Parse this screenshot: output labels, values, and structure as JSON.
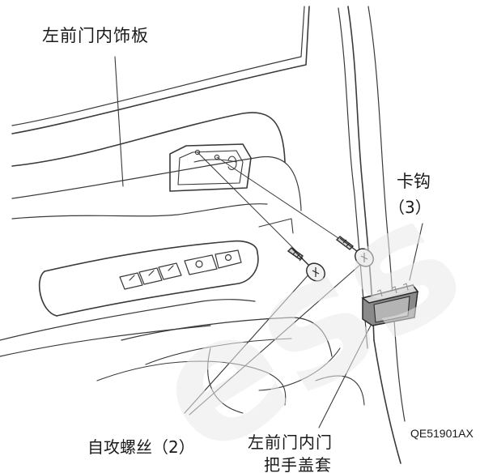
{
  "callouts": {
    "trim_panel": "左前门内饰板",
    "clip_line1": "卡钩",
    "clip_line2": "（3）",
    "screws": "自攻螺丝（2）",
    "handle_cover_line1": "左前门内门",
    "handle_cover_line2": "把手盖套"
  },
  "figure_code": "QE51901AX",
  "watermark": "ess"
}
